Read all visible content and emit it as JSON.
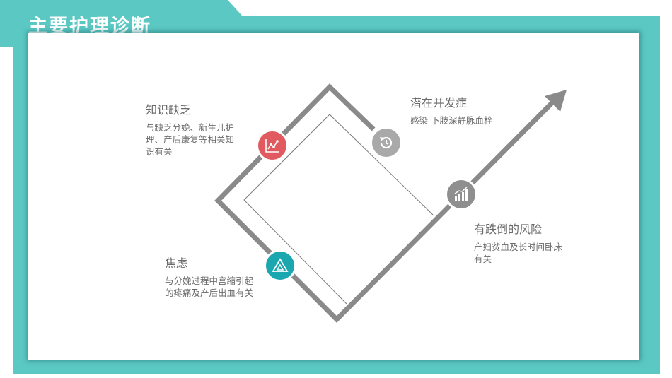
{
  "slide": {
    "title": "主要护理诊断"
  },
  "colors": {
    "frame": "#5bc8c4",
    "path": "#8a8a8a",
    "knowledge": "#e05a5f",
    "anxiety": "#1aa7b0",
    "complication": "#a9a9a9",
    "fall": "#8f8f8f"
  },
  "nodes": [
    {
      "key": "knowledge",
      "icon": "trend-chart-icon",
      "title": "知识缺乏",
      "desc": "与缺乏分娩、新生儿护理、产后康复等相关知识有关"
    },
    {
      "key": "complication",
      "icon": "history-clock-icon",
      "title": "潜在并发症",
      "desc": "感染 下肢深静脉血栓"
    },
    {
      "key": "fall",
      "icon": "bar-chart-icon",
      "title": "有跌倒的风险",
      "desc": "产妇贫血及长时间卧床有关"
    },
    {
      "key": "anxiety",
      "icon": "triangle-icon",
      "title": "焦虑",
      "desc": "与分娩过程中宫缩引起的疼痛及产后出血有关"
    }
  ]
}
